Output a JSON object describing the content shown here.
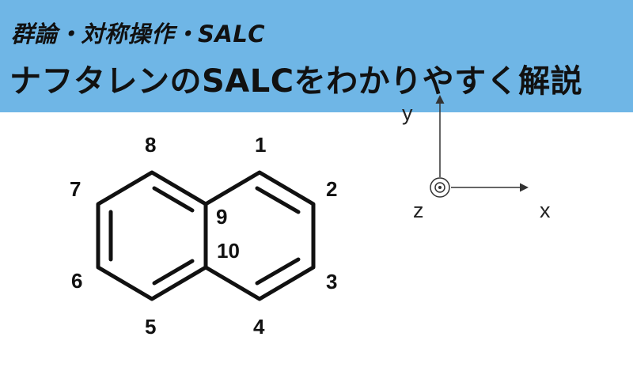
{
  "header": {
    "subtitle": "群論・対称操作・SALC",
    "title": "ナフタレンのSALCをわかりやすく解説",
    "background_color": "#6fb6e6"
  },
  "molecule": {
    "atom_labels": [
      "1",
      "2",
      "3",
      "4",
      "5",
      "6",
      "7",
      "8",
      "9",
      "10"
    ]
  },
  "axes": {
    "x_label": "x",
    "y_label": "y",
    "z_label": "z"
  }
}
